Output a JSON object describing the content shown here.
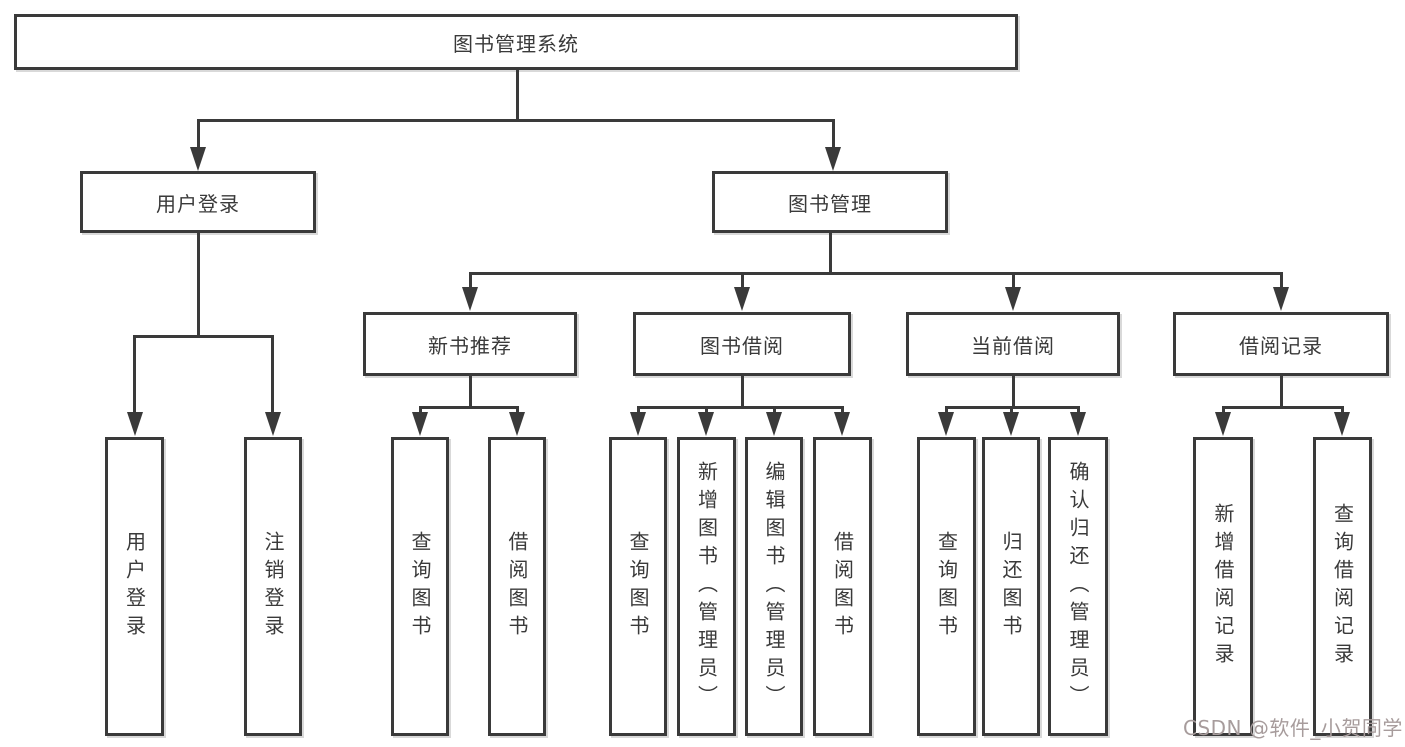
{
  "diagram_type": "functional-structure-tree",
  "watermark": "CSDN @软件_小贺同学",
  "colors": {
    "line": "#3a3a3a",
    "box_border": "#3a3a3a",
    "text": "#3a3a3a",
    "background": "#ffffff",
    "watermark": "#a79c9c"
  },
  "tree": {
    "root": {
      "label": "图书管理系统",
      "children": [
        {
          "label": "用户登录",
          "children": [
            {
              "label": "用户登录"
            },
            {
              "label": "注销登录"
            }
          ]
        },
        {
          "label": "图书管理",
          "children": [
            {
              "label": "新书推荐",
              "children": [
                {
                  "label": "查询图书"
                },
                {
                  "label": "借阅图书"
                }
              ]
            },
            {
              "label": "图书借阅",
              "children": [
                {
                  "label": "查询图书"
                },
                {
                  "label": "新增图书（管理员）"
                },
                {
                  "label": "编辑图书（管理员）"
                },
                {
                  "label": "借阅图书"
                }
              ]
            },
            {
              "label": "当前借阅",
              "children": [
                {
                  "label": "查询图书"
                },
                {
                  "label": "归还图书"
                },
                {
                  "label": "确认归还（管理员）"
                }
              ]
            },
            {
              "label": "借阅记录",
              "children": [
                {
                  "label": "新增借阅记录"
                },
                {
                  "label": "查询借阅记录"
                }
              ]
            }
          ]
        }
      ]
    }
  }
}
